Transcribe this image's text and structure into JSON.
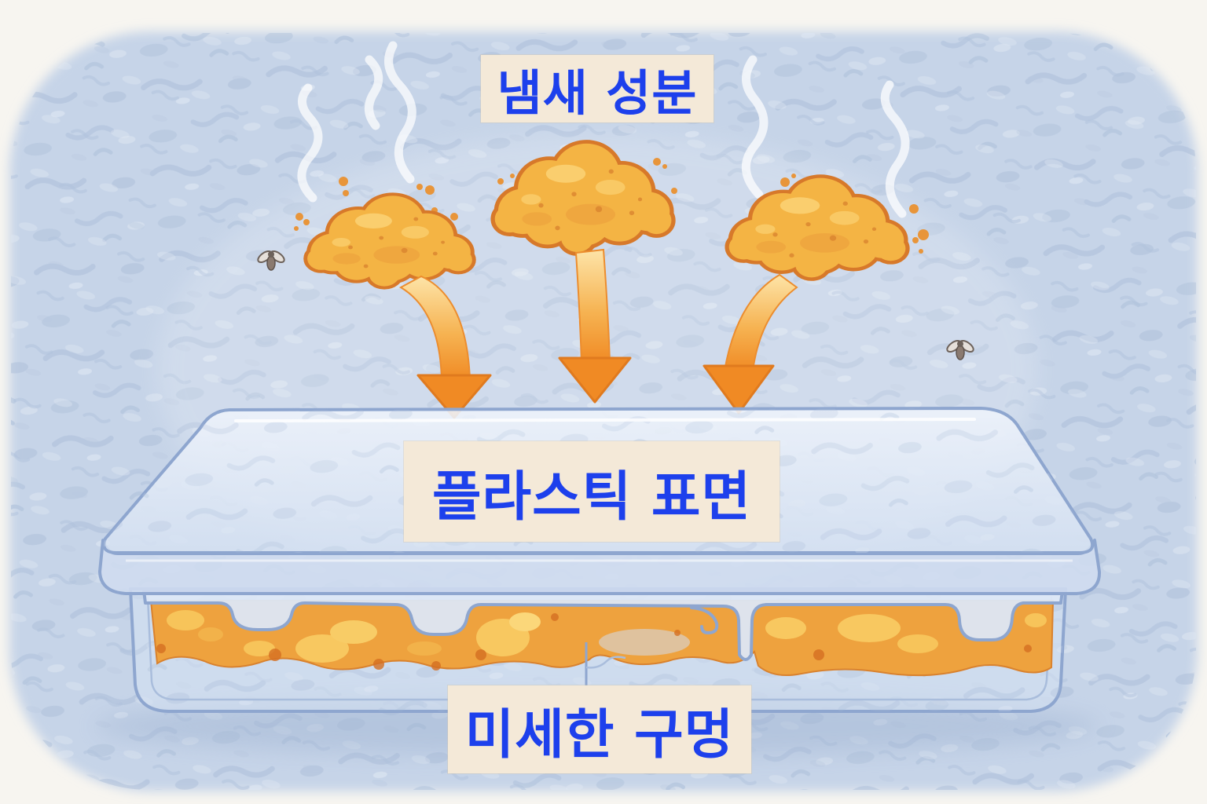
{
  "labels": {
    "odor_components": "냄새 성분",
    "plastic_surface": "플라스틱 표면",
    "micro_pores": "미세한 구멍"
  },
  "colors": {
    "label_text": "#1d40ec",
    "label_background": "#f4e9d8",
    "odor_cloud": "#f4b444",
    "odor_outline": "#d7792a",
    "arrow": "#f08a24",
    "background": "#c6d4e8",
    "container": "#dce7f6"
  },
  "icons": {
    "odor_cloud": "cloud-icon",
    "arrow": "arrow-down-icon",
    "insect": "fly-icon",
    "steam": "steam-icon"
  }
}
